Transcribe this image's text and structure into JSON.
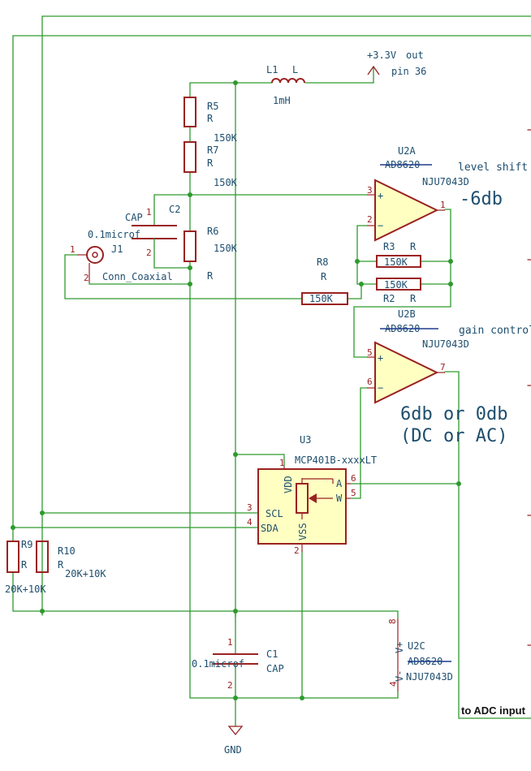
{
  "components": {
    "l1": {
      "ref": "L1",
      "type": "L",
      "value": "1mH"
    },
    "r5": {
      "ref": "R5",
      "type": "R",
      "value": "150K"
    },
    "r7": {
      "ref": "R7",
      "type": "R",
      "value": "150K"
    },
    "r6": {
      "ref": "R6",
      "type": "R",
      "value": "150K"
    },
    "r8": {
      "ref": "R8",
      "type": "R",
      "value": "150K"
    },
    "r3": {
      "ref": "R3",
      "type": "R",
      "value": "150K"
    },
    "r2": {
      "ref": "R2",
      "type": "R",
      "value": "150K"
    },
    "r9": {
      "ref": "R9",
      "type": "R",
      "value": "20K+10K"
    },
    "r10": {
      "ref": "R10",
      "type": "R",
      "value": "20K+10K"
    },
    "c2": {
      "ref": "C2",
      "type": "CAP",
      "value": "0.1microf"
    },
    "c1": {
      "ref": "C1",
      "type": "CAP",
      "value": "0.1microf"
    },
    "j1": {
      "ref": "J1",
      "type": "Conn_Coaxial"
    },
    "u2a": {
      "ref": "U2A",
      "part_struck": "AD8620",
      "part": "NJU7043D",
      "note": "level shift",
      "gain": "-6db"
    },
    "u2b": {
      "ref": "U2B",
      "part_struck": "AD8620",
      "part": "NJU7043D",
      "note": "gain control",
      "gain_line1": "6db or 0db",
      "gain_line2": "(DC or AC)"
    },
    "u2c": {
      "ref": "U2C",
      "part_struck": "AD8620",
      "part": "NJU7043D",
      "vplus": "V+",
      "vminus": "V-"
    },
    "u3": {
      "ref": "U3",
      "part": "MCP401B-xxxxLT",
      "pins": {
        "vdd": "VDD",
        "vss": "VSS",
        "a": "A",
        "w": "W",
        "scl": "SCL",
        "sda": "SDA"
      }
    }
  },
  "labels": {
    "power": "+3.3V",
    "power_note_1": "out",
    "power_note_2": "pin 36",
    "gnd": "GND",
    "adc": "to ADC input"
  },
  "pin_numbers": {
    "one": "1",
    "two": "2",
    "three": "3",
    "four": "4",
    "five": "5",
    "six": "6",
    "seven": "7",
    "eight": "8"
  },
  "colors": {
    "wire": "#2e9a2e",
    "symbol": "#9a2222",
    "text": "#1e4e6e",
    "body_fill": "#ffffc2"
  }
}
